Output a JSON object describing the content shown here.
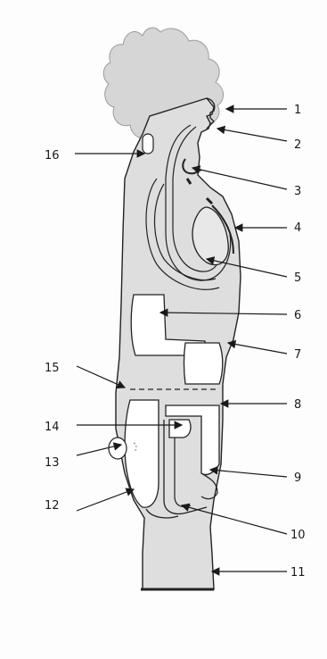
{
  "diagram": {
    "labels": [
      {
        "id": "1",
        "text": "1"
      },
      {
        "id": "2",
        "text": "2"
      },
      {
        "id": "3",
        "text": "3"
      },
      {
        "id": "4",
        "text": "4"
      },
      {
        "id": "5",
        "text": "5"
      },
      {
        "id": "6",
        "text": "6"
      },
      {
        "id": "7",
        "text": "7"
      },
      {
        "id": "8",
        "text": "8"
      },
      {
        "id": "9",
        "text": "9"
      },
      {
        "id": "10",
        "text": "10"
      },
      {
        "id": "11",
        "text": "11"
      },
      {
        "id": "12",
        "text": "12"
      },
      {
        "id": "13",
        "text": "13"
      },
      {
        "id": "14",
        "text": "14"
      },
      {
        "id": "15",
        "text": "15"
      },
      {
        "id": "16",
        "text": "16"
      }
    ],
    "colors": {
      "body_fill": "#dedede",
      "outline": "#222222",
      "organ_fill": "#ffffff",
      "hair_fill": "#d4d4d4"
    }
  }
}
